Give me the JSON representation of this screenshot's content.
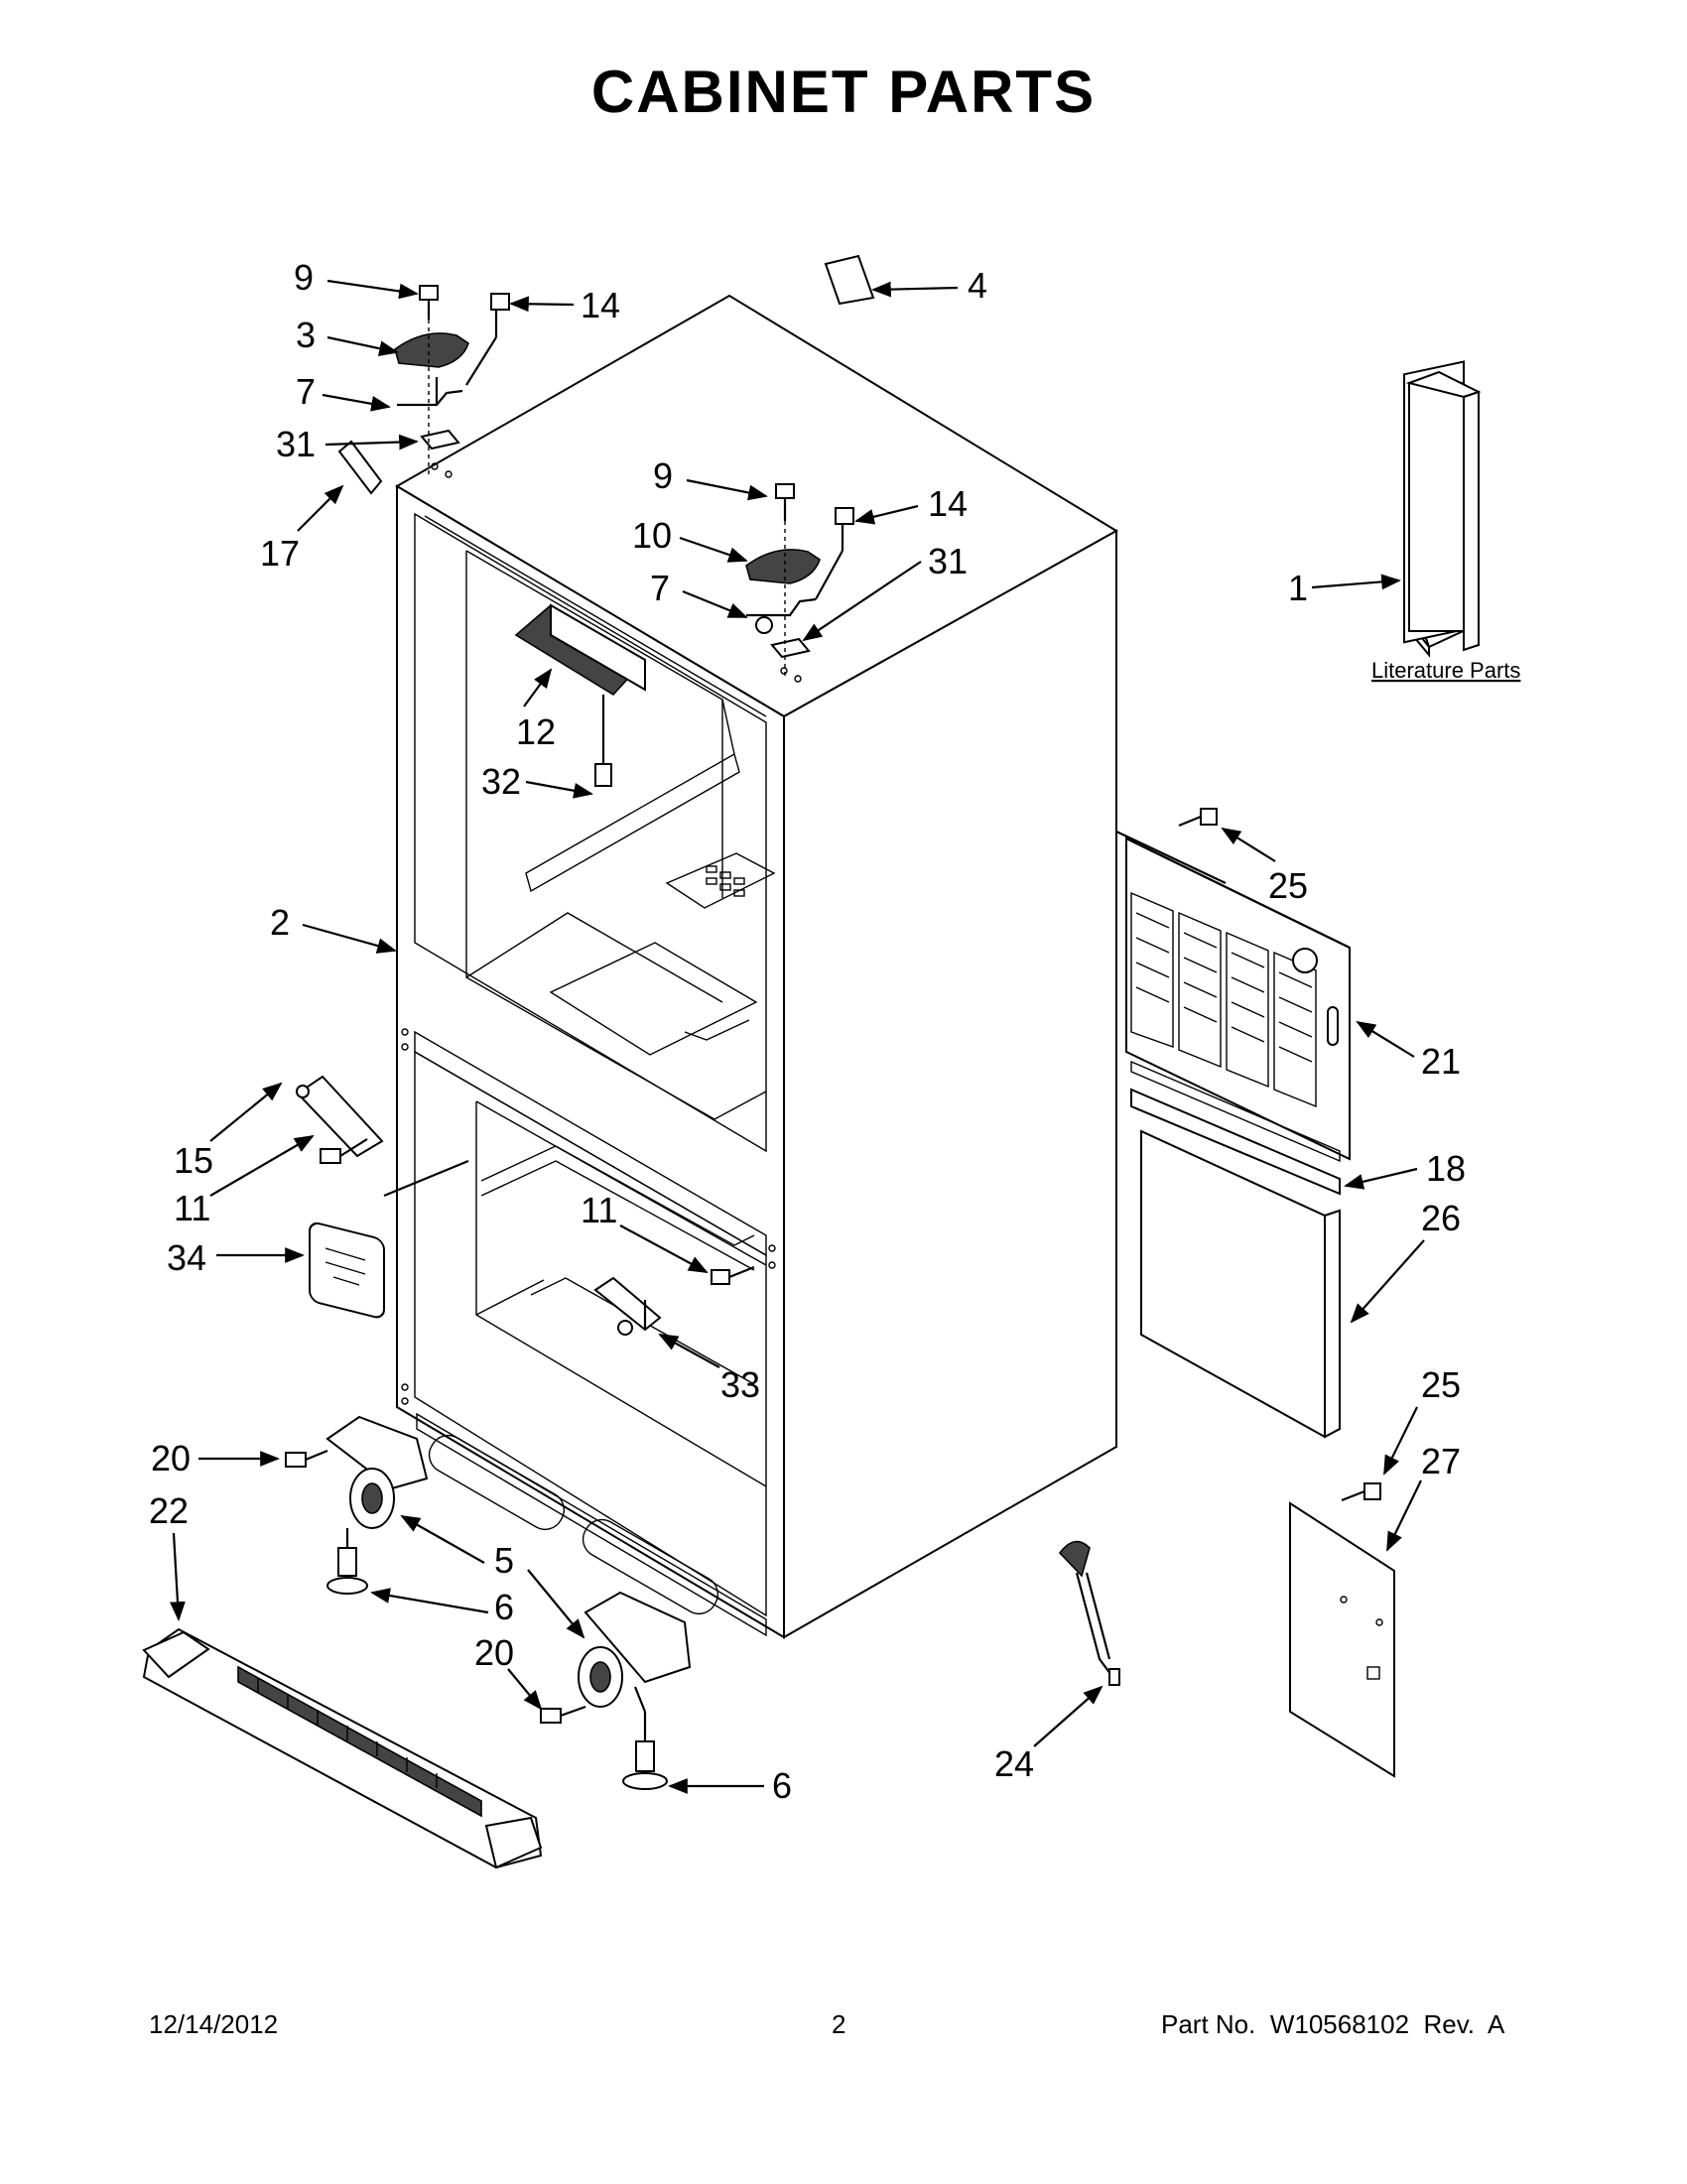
{
  "title": "CABINET PARTS",
  "footer": {
    "date": "12/14/2012",
    "page": "2",
    "part_no": "Part No.  W10568102  Rev.  A"
  },
  "literature_label": "Literature Parts",
  "callouts": [
    {
      "id": "c9a",
      "label": "9"
    },
    {
      "id": "c14a",
      "label": "14"
    },
    {
      "id": "c3",
      "label": "3"
    },
    {
      "id": "c7a",
      "label": "7"
    },
    {
      "id": "c31a",
      "label": "31"
    },
    {
      "id": "c17",
      "label": "17"
    },
    {
      "id": "c4",
      "label": "4"
    },
    {
      "id": "c9b",
      "label": "9"
    },
    {
      "id": "c14b",
      "label": "14"
    },
    {
      "id": "c10",
      "label": "10"
    },
    {
      "id": "c31b",
      "label": "31"
    },
    {
      "id": "c7b",
      "label": "7"
    },
    {
      "id": "c1",
      "label": "1"
    },
    {
      "id": "c12",
      "label": "12"
    },
    {
      "id": "c32",
      "label": "32"
    },
    {
      "id": "c2",
      "label": "2"
    },
    {
      "id": "c25a",
      "label": "25"
    },
    {
      "id": "c21",
      "label": "21"
    },
    {
      "id": "c15",
      "label": "15"
    },
    {
      "id": "c11a",
      "label": "11"
    },
    {
      "id": "c34",
      "label": "34"
    },
    {
      "id": "c11b",
      "label": "11"
    },
    {
      "id": "c18",
      "label": "18"
    },
    {
      "id": "c26",
      "label": "26"
    },
    {
      "id": "c33",
      "label": "33"
    },
    {
      "id": "c25b",
      "label": "25"
    },
    {
      "id": "c27",
      "label": "27"
    },
    {
      "id": "c20a",
      "label": "20"
    },
    {
      "id": "c22",
      "label": "22"
    },
    {
      "id": "c5",
      "label": "5"
    },
    {
      "id": "c6a",
      "label": "6"
    },
    {
      "id": "c20b",
      "label": "20"
    },
    {
      "id": "c6b",
      "label": "6"
    },
    {
      "id": "c24",
      "label": "24"
    }
  ]
}
